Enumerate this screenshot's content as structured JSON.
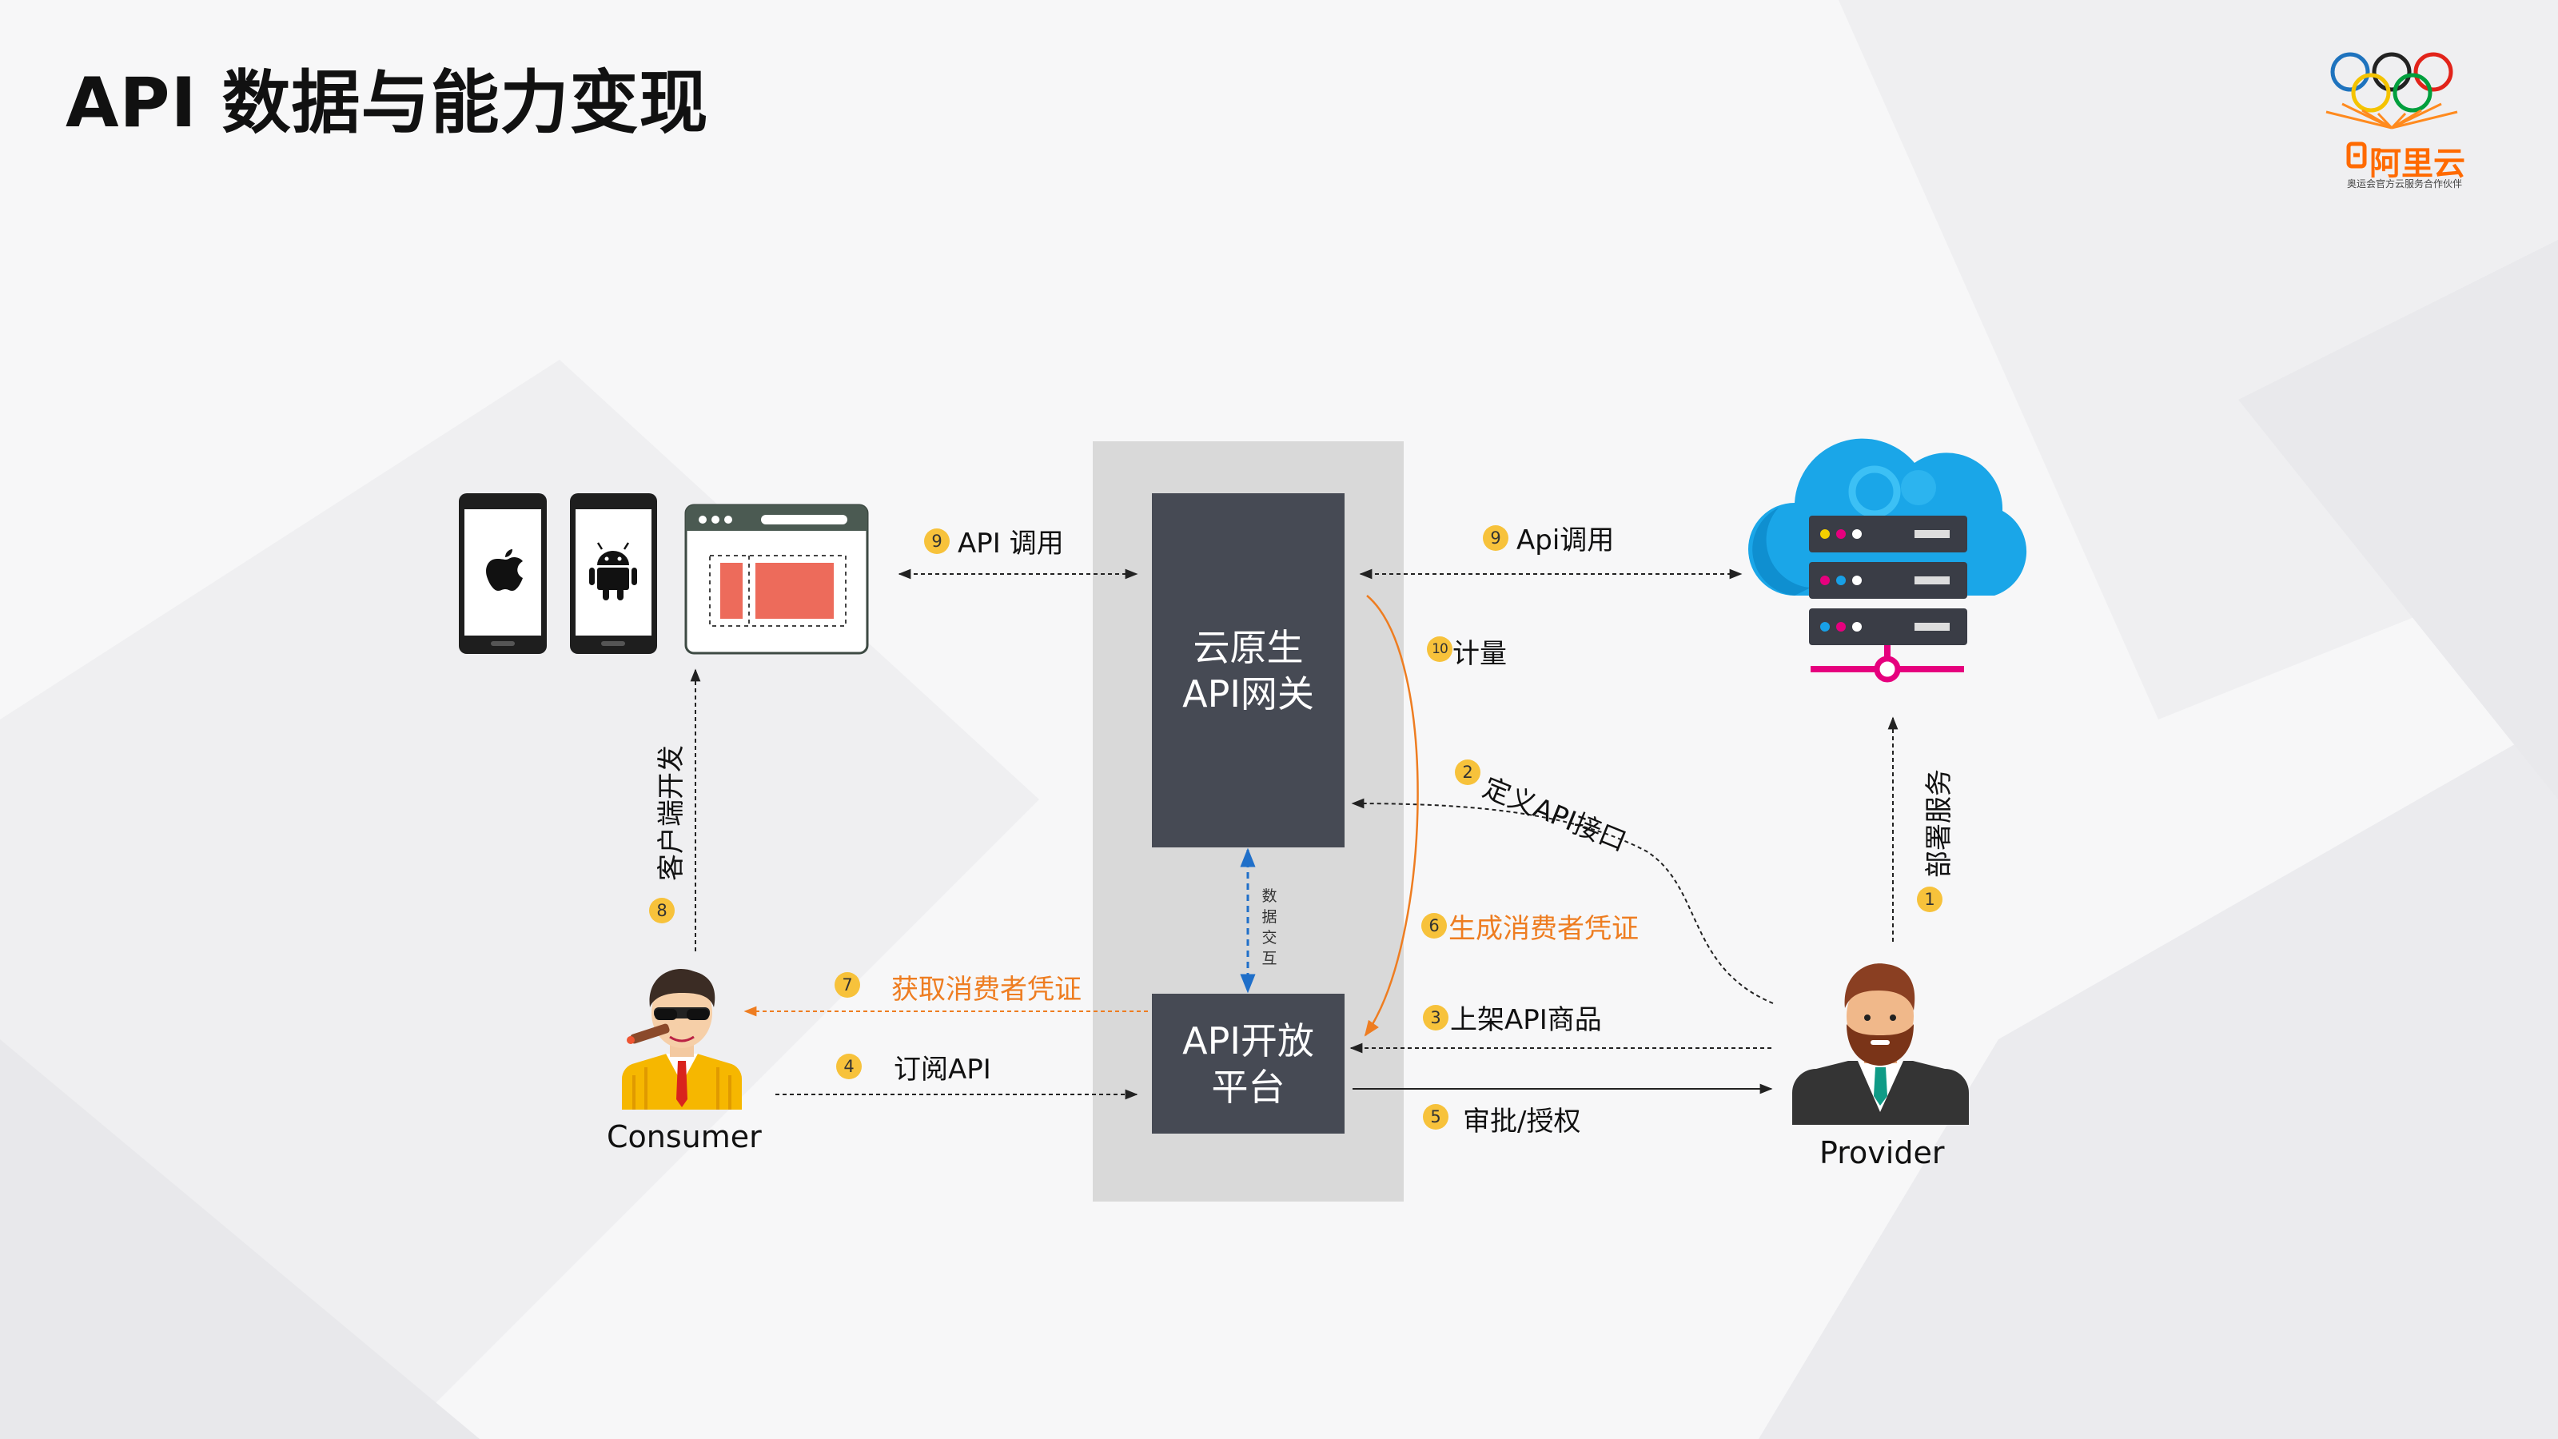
{
  "title": "API 数据与能力变现",
  "logo": {
    "brand": "阿里云",
    "tagline": "奥运会官方云服务合作伙伴"
  },
  "gateway": {
    "line1": "云原生",
    "line2": "API网关"
  },
  "open_platform": {
    "line1": "API开放",
    "line2": "平台"
  },
  "data_exchange": [
    "数",
    "据",
    "交",
    "互"
  ],
  "steps": {
    "api_call_left": {
      "num": "9",
      "text": "API 调用"
    },
    "api_call_right": {
      "num": "9",
      "text": "Api调用"
    },
    "metering": {
      "num": "10",
      "text": "计量"
    },
    "define_api": {
      "num": "2",
      "text": "定义API接口"
    },
    "gen_credential": {
      "num": "6",
      "text": "生成消费者凭证"
    },
    "get_credential": {
      "num": "7",
      "text": "获取消费者凭证"
    },
    "list_product": {
      "num": "3",
      "text": "上架API商品"
    },
    "subscribe": {
      "num": "4",
      "text": "订阅API"
    },
    "approve": {
      "num": "5",
      "text": "审批/授权"
    },
    "client_dev": {
      "num": "8",
      "text": "客户端开发"
    },
    "deploy": {
      "num": "1",
      "text": "部署服务"
    }
  },
  "actors": {
    "consumer": "Consumer",
    "provider": "Provider"
  },
  "icons": [
    "apple-phone-icon",
    "android-phone-icon",
    "web-browser-icon",
    "cloud-server-icon",
    "consumer-avatar-icon",
    "provider-avatar-icon",
    "olympic-rings-icon"
  ],
  "colors": {
    "orange": "#ee7d21",
    "dark_box": "#464a54",
    "badge": "#f7c23b",
    "cloud": "#1aa6e8",
    "server_accent": "#e6007e"
  }
}
